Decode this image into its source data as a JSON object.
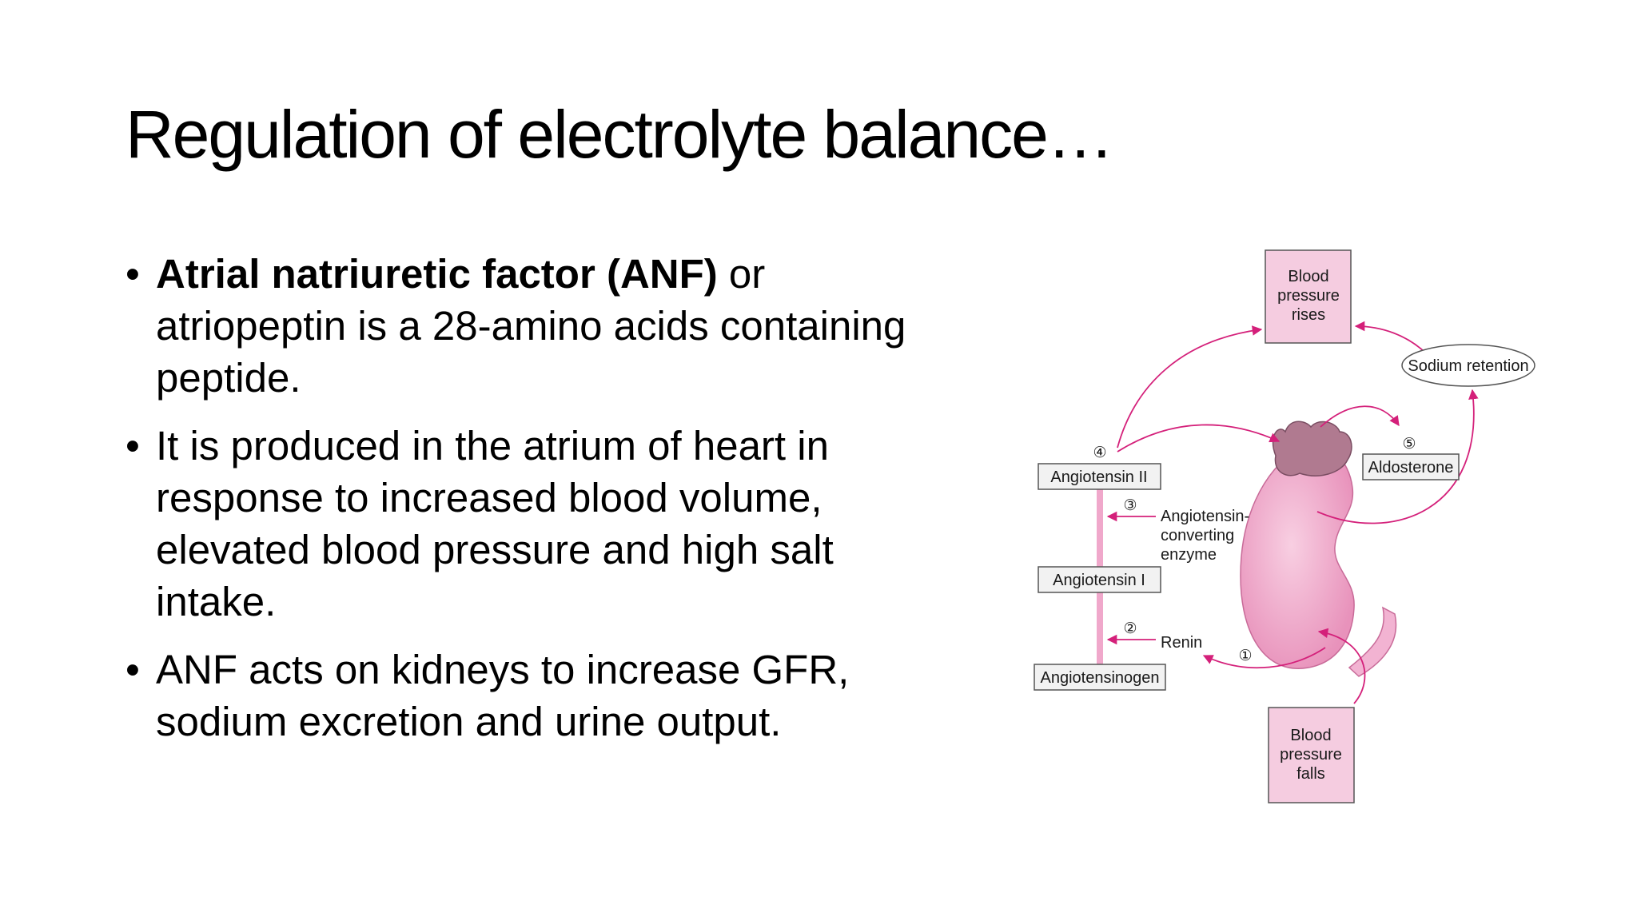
{
  "title": "Regulation of electrolyte balance…",
  "bullets": [
    {
      "lead": "Atrial natriuretic factor (ANF)",
      "text": " or atriopeptin is a 28-amino acids containing peptide."
    },
    {
      "lead": "",
      "text": " It is produced in the atrium of heart in response to increased blood volume, elevated blood pressure and high salt intake."
    },
    {
      "lead": "",
      "text": "ANF acts on kidneys to increase GFR, sodium excretion and urine output."
    }
  ],
  "bullet_glyph": "•",
  "diagram": {
    "bp_rises": [
      "Blood",
      "pressure",
      "rises"
    ],
    "bp_falls": [
      "Blood",
      "pressure",
      "falls"
    ],
    "sodium_retention": "Sodium retention",
    "aldosterone": "Aldosterone",
    "angiotensin_ii": "Angiotensin II",
    "angiotensin_i": "Angiotensin I",
    "angiotensinogen": "Angiotensinogen",
    "ace": [
      "Angiotensin-",
      "converting",
      "enzyme"
    ],
    "renin": "Renin",
    "steps": [
      "①",
      "②",
      "③",
      "④",
      "⑤"
    ],
    "colors": {
      "arrow": "#d4207a",
      "box_pink": "#f5cce0",
      "kidney": "#f2b3d2",
      "adrenal": "#b07a90",
      "bar": "#f0a8cb"
    }
  }
}
